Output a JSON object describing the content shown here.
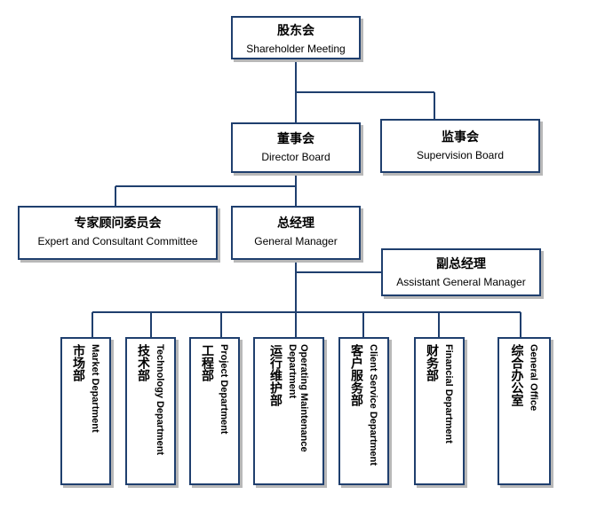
{
  "colors": {
    "border": "#1f3f6e",
    "line": "#1f3f6e",
    "shadow": "#b8b8b8"
  },
  "nodes": {
    "shareholder": {
      "zh": "股东会",
      "en": "Shareholder Meeting"
    },
    "director": {
      "zh": "董事会",
      "en": "Director Board"
    },
    "supervision": {
      "zh": "监事会",
      "en": "Supervision Board"
    },
    "expert": {
      "zh": "专家顾问委员会",
      "en": "Expert and Consultant Committee"
    },
    "general_manager": {
      "zh": "总经理",
      "en": "General Manager"
    },
    "assistant_gm": {
      "zh": "副总经理",
      "en": "Assistant General Manager"
    }
  },
  "departments": [
    {
      "zh": "市场部",
      "en": "Market Department"
    },
    {
      "zh": "技术部",
      "en": "Technology  Department"
    },
    {
      "zh": "工程部",
      "en": "Project Department"
    },
    {
      "zh": "运行维护部",
      "en": "Operating Maintenance\nDepartment"
    },
    {
      "zh": "客户服务部",
      "en": "Client Service Department"
    },
    {
      "zh": "财务部",
      "en": "Financial Department"
    },
    {
      "zh": "综合办公室",
      "en": "General Office"
    }
  ]
}
